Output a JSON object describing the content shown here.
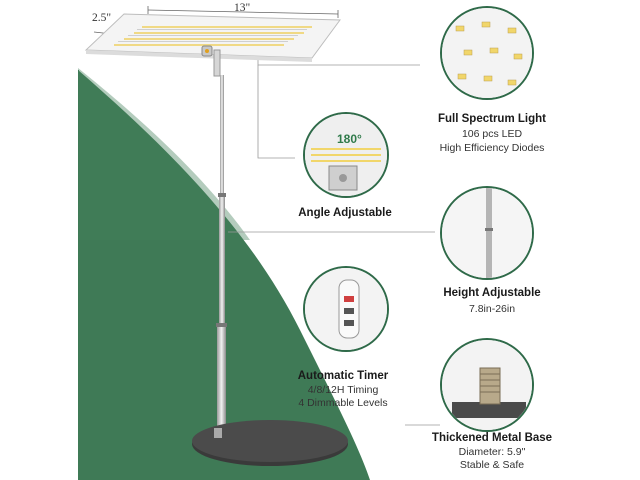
{
  "dimensions": {
    "depth": "2.5\"",
    "width": "13\""
  },
  "features": [
    {
      "id": "full_spectrum",
      "title": "Full Spectrum Light",
      "lines": [
        "106 pcs LED",
        "High Efficiency Diodes"
      ],
      "icon": "led-closeup"
    },
    {
      "id": "angle",
      "title": "Angle Adjustable",
      "badge": "180°",
      "lines": [],
      "icon": "hinge-closeup"
    },
    {
      "id": "height",
      "title": "Height Adjustable",
      "lines": [
        "7.8in-26in"
      ],
      "icon": "pole-closeup"
    },
    {
      "id": "timer",
      "title": "Automatic Timer",
      "lines": [
        "4/8/12H Timing",
        "4 Dimmable Levels"
      ],
      "icon": "remote-closeup"
    },
    {
      "id": "base",
      "title": "Thickened Metal Base",
      "lines": [
        "Diameter: 5.9\"",
        "Stable & Safe"
      ],
      "icon": "base-closeup"
    }
  ],
  "colors": {
    "green": "#3f7a56",
    "ring": "#2f6a49",
    "text": "#222222",
    "badge": "#2f7a4a"
  }
}
